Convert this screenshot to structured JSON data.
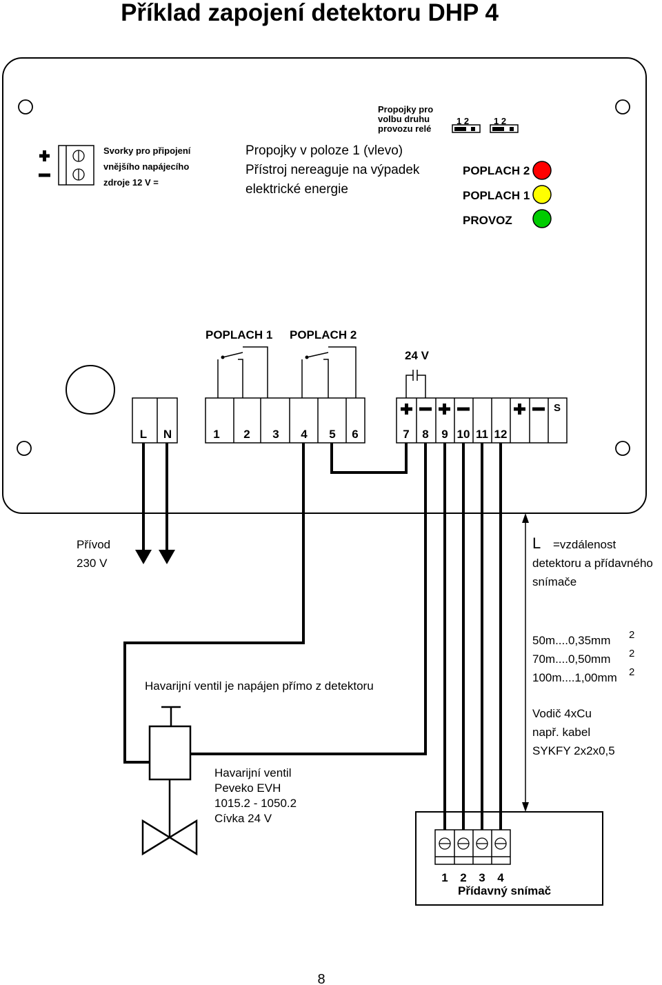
{
  "title": "Příklad zapojení detektoru  DHP 4",
  "power_terminal": {
    "label_lines": [
      "Svorky pro připojení",
      "vnějšího napájecího",
      "zdroje  12 V ="
    ]
  },
  "jumper_note": {
    "lines": [
      "Propojky v poloze 1 (vlevo)",
      "Přístroj nereaguje na výpadek",
      "elektrické energie"
    ]
  },
  "jumpers": {
    "label_lines": [
      "Propojky pro",
      "volbu druhu",
      "provozu relé"
    ],
    "pin_labels": [
      "1  2",
      "1  2"
    ]
  },
  "leds": [
    {
      "label": "POPLACH 2",
      "color": "#ff0000"
    },
    {
      "label": "POPLACH 1",
      "color": "#ffff00"
    },
    {
      "label": "PROVOZ",
      "color": "#00cc00"
    }
  ],
  "relays": {
    "labels": [
      "POPLACH 1",
      "POPLACH 2"
    ]
  },
  "dc_output": {
    "label": "24 V"
  },
  "terminal_block": {
    "mains": [
      "L",
      "N"
    ],
    "relay_terms": [
      "1",
      "2",
      "3",
      "4",
      "5",
      "6"
    ],
    "sensor_terms": [
      "7",
      "8",
      "9",
      "10",
      "11",
      "12"
    ],
    "extra_label": "S"
  },
  "supply": {
    "lines": [
      "Přívod",
      "230 V"
    ]
  },
  "distance": {
    "symbol": "L",
    "lines": [
      "=vzdálenost",
      "detektoru a přídavného",
      "snímače"
    ]
  },
  "cable_table": {
    "rows": [
      {
        "text": "50m....0,35mm",
        "exp": "2"
      },
      {
        "text": "70m....0,50mm",
        "exp": "2"
      },
      {
        "text": "100m....1,00mm",
        "exp": "2"
      }
    ]
  },
  "cable_type": {
    "lines": [
      "Vodič  4xCu",
      "např. kabel",
      "SYKFY 2x2x0,5"
    ]
  },
  "valve_note": "Havarijní ventil je napájen přímo z detektoru",
  "valve": {
    "lines": [
      "Havarijní ventil",
      "Peveko  EVH",
      "1015.2 - 1050.2",
      "Cívka  24 V"
    ]
  },
  "aux_sensor": {
    "terms": [
      "1",
      "2",
      "3",
      "4"
    ],
    "label": "Přídavný snímač"
  },
  "page_number": "8"
}
